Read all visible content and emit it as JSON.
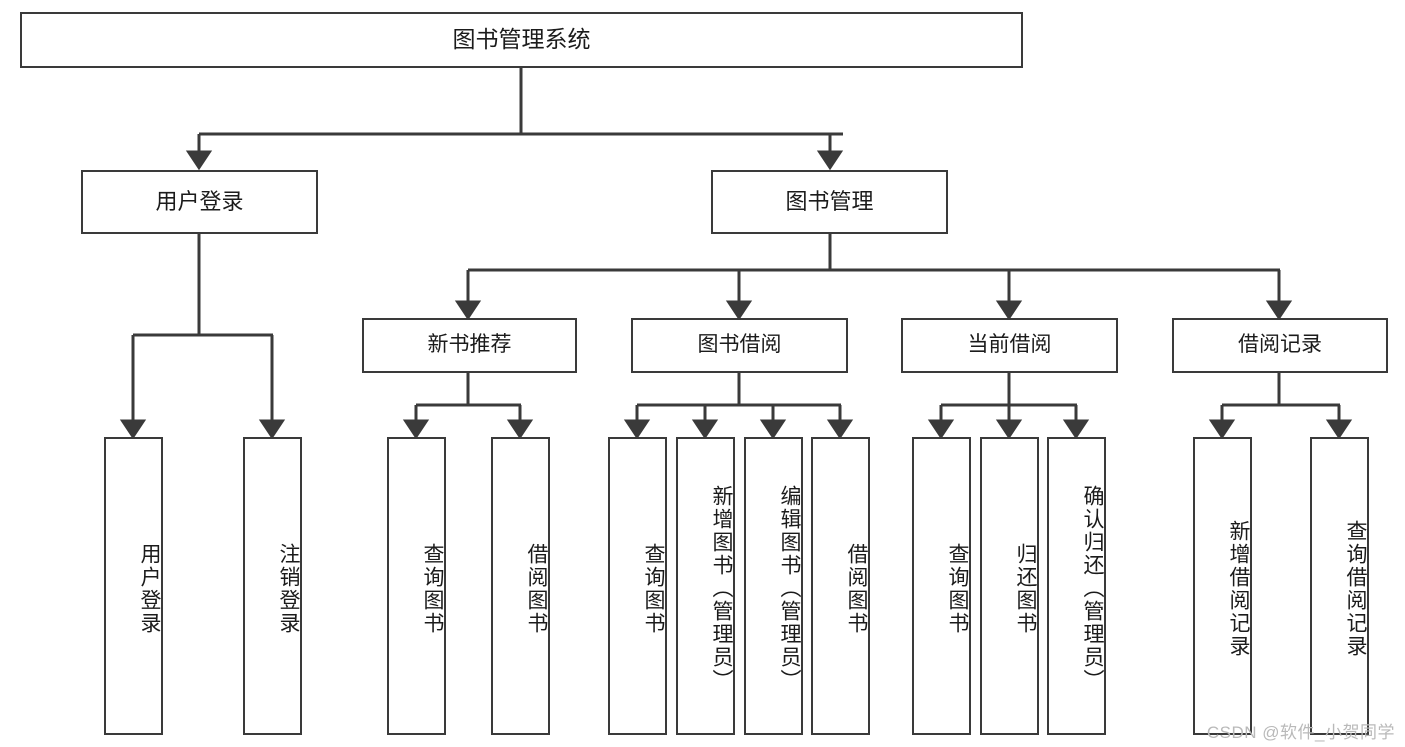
{
  "diagram": {
    "title": "图书管理系统",
    "type": "tree-hierarchy-chart",
    "root": {
      "label": "图书管理系统"
    },
    "level2": [
      {
        "label": "用户登录"
      },
      {
        "label": "图书管理"
      }
    ],
    "level3": [
      {
        "label": "新书推荐"
      },
      {
        "label": "图书借阅"
      },
      {
        "label": "当前借阅"
      },
      {
        "label": "借阅记录"
      }
    ],
    "leaves": {
      "user_login": [
        {
          "label": "用户登录"
        },
        {
          "label": "注销登录"
        }
      ],
      "new_book_recommend": [
        {
          "label": "查询图书"
        },
        {
          "label": "借阅图书"
        }
      ],
      "book_borrow": [
        {
          "label": "查询图书"
        },
        {
          "label": "新增图书（管理员）"
        },
        {
          "label": "编辑图书（管理员）"
        },
        {
          "label": "借阅图书"
        }
      ],
      "current_borrow": [
        {
          "label": "查询图书"
        },
        {
          "label": "归还图书"
        },
        {
          "label": "确认归还（管理员）"
        }
      ],
      "borrow_record": [
        {
          "label": "新增借阅记录"
        },
        {
          "label": "查询借阅记录"
        }
      ]
    }
  },
  "watermark": {
    "text": "CSDN @软件_小贺同学"
  },
  "colors": {
    "border": "#3a3a3a",
    "text": "#1b1b1b",
    "background": "#ffffff",
    "watermark": "#b9b9b9"
  }
}
